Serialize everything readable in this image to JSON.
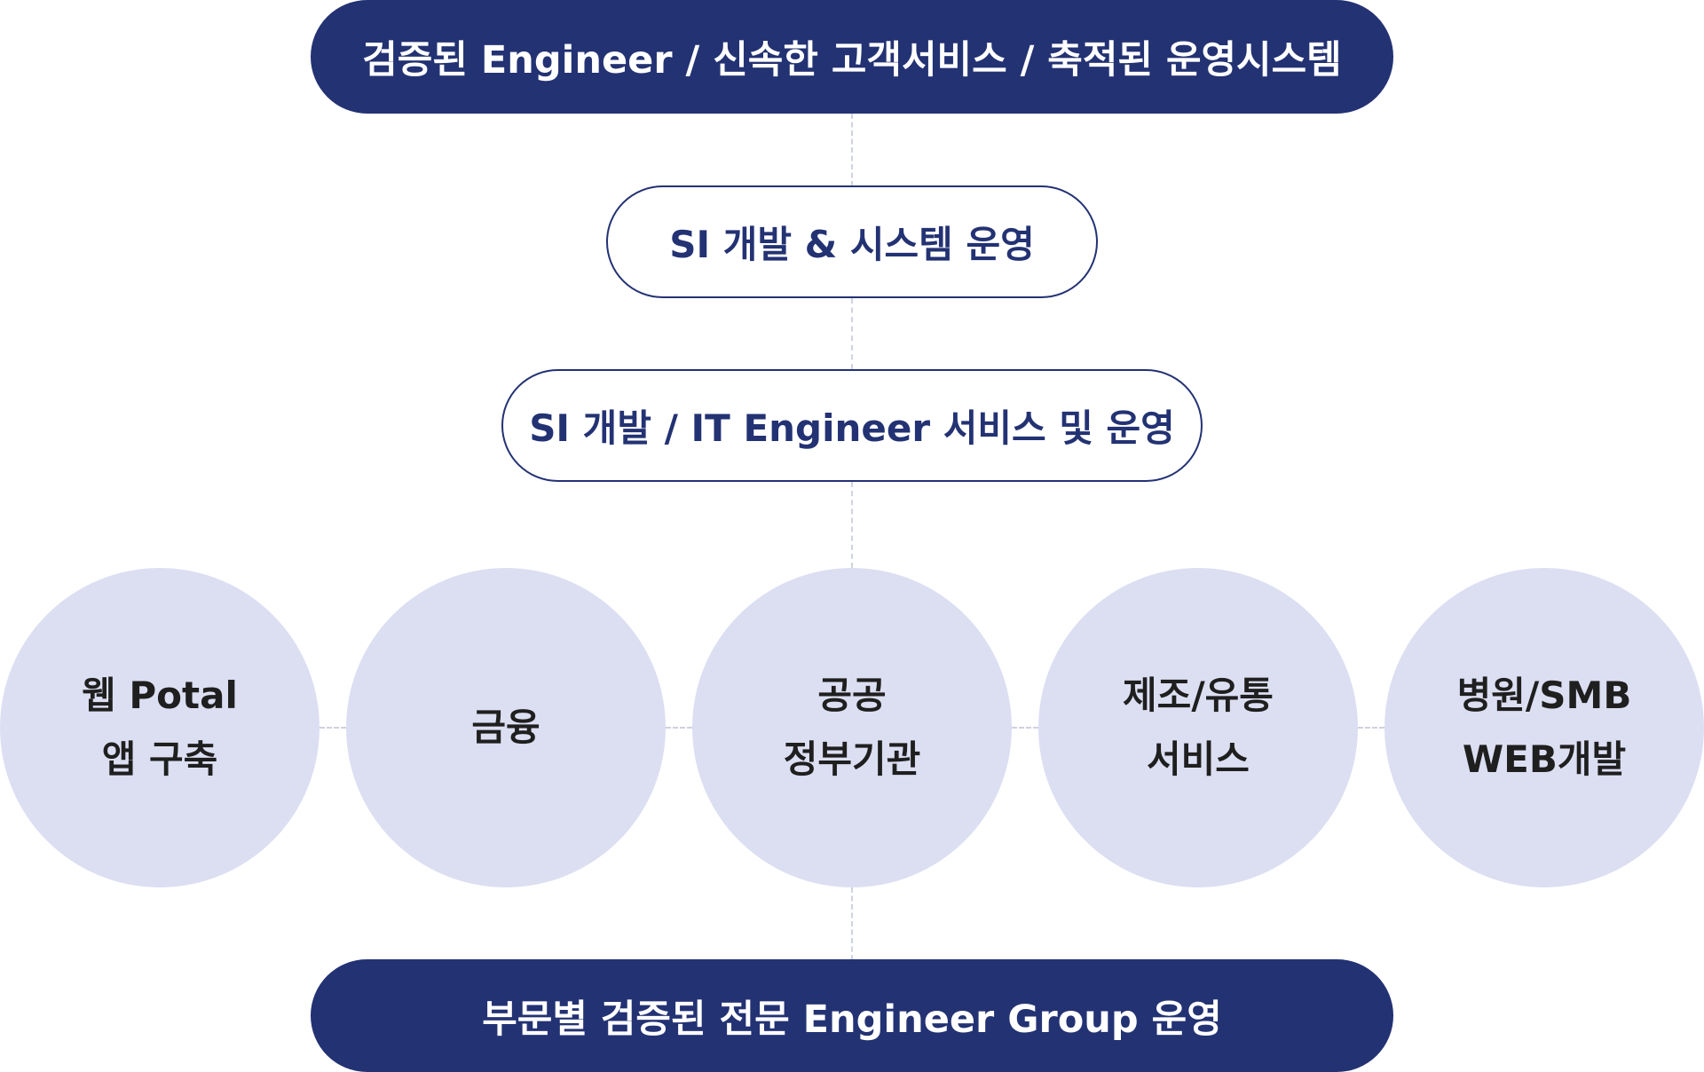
{
  "top_banner": {
    "text": "검증된 Engineer / 신속한 고객서비스 / 축적된 운영시스템"
  },
  "level_two": {
    "text": "SI 개발 & 시스템 운영"
  },
  "level_three": {
    "text": "SI 개발 / IT Engineer 서비스 및 운영"
  },
  "sectors": [
    {
      "line1": "웹 Potal",
      "line2": "앱 구축"
    },
    {
      "line1": "금융",
      "line2": ""
    },
    {
      "line1": "공공",
      "line2": "정부기관"
    },
    {
      "line1": "제조/유통",
      "line2": "서비스"
    },
    {
      "line1": "병원/SMB",
      "line2": "WEB개발"
    }
  ],
  "bottom_banner": {
    "text": "부문별 검증된 전문 Engineer Group 운영"
  },
  "colors": {
    "navy": "#233273",
    "circle_fill": "#dcdff2",
    "connector": "#cfd2e0"
  }
}
